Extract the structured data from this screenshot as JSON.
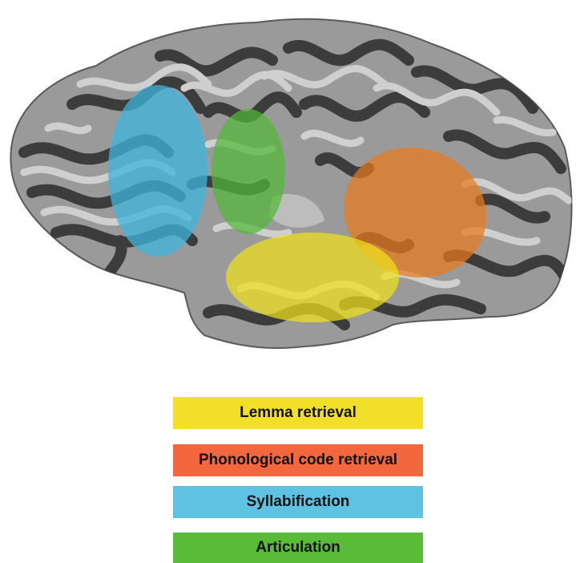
{
  "regions": [
    {
      "id": "syllabification",
      "color": "#3fb4dd"
    },
    {
      "id": "articulation",
      "color": "#52b736"
    },
    {
      "id": "phonological",
      "color": "#e87a1c"
    },
    {
      "id": "lemma",
      "color": "#f0e11c"
    }
  ],
  "legend": {
    "lemma": {
      "label": "Lemma retrieval",
      "color": "#f2df2a"
    },
    "phonological": {
      "label": "Phonological code retrieval",
      "color": "#f2673d"
    },
    "syllabification": {
      "label": "Syllabification",
      "color": "#5ec3e2"
    },
    "articulation": {
      "label": "Articulation",
      "color": "#59bb37"
    }
  },
  "image": {
    "subject": "cortical-surface"
  }
}
